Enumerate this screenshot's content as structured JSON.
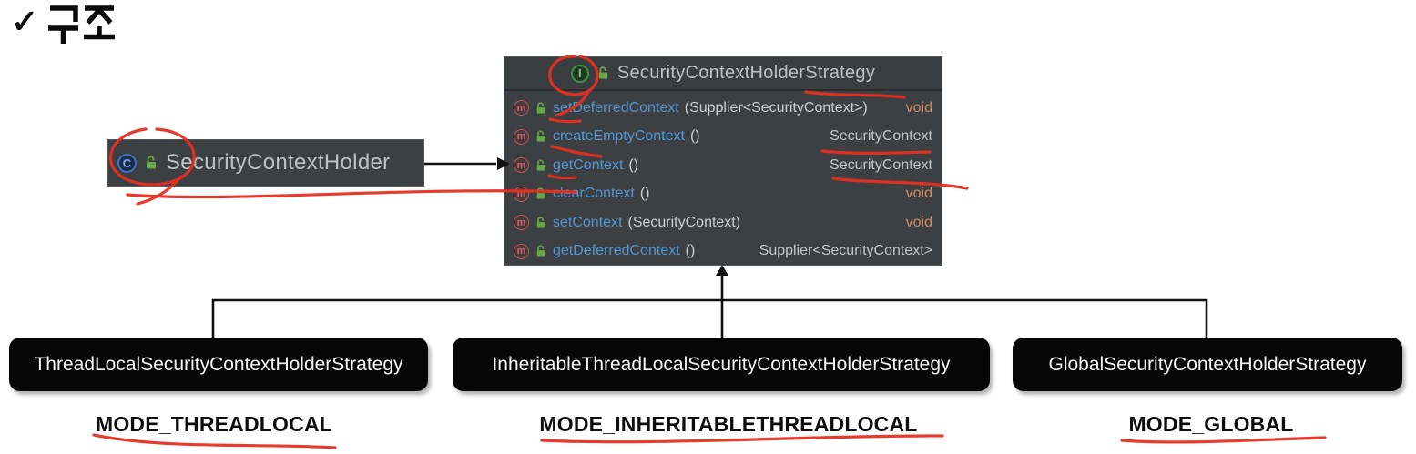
{
  "header": {
    "check": "✓",
    "title": "구조"
  },
  "class_box": {
    "name": "SecurityContextHolder"
  },
  "interface_box": {
    "title": "SecurityContextHolderStrategy",
    "methods": [
      {
        "name": "setDeferredContext",
        "params": "(Supplier<SecurityContext>)",
        "returns": "void"
      },
      {
        "name": "createEmptyContext",
        "params": "()",
        "returns": "SecurityContext"
      },
      {
        "name": "getContext",
        "params": "()",
        "returns": "SecurityContext"
      },
      {
        "name": "clearContext",
        "params": "()",
        "returns": "void"
      },
      {
        "name": "setContext",
        "params": "(SecurityContext)",
        "returns": "void"
      },
      {
        "name": "getDeferredContext",
        "params": "()",
        "returns": "Supplier<SecurityContext>"
      }
    ]
  },
  "implementations": [
    {
      "name": "ThreadLocalSecurityContextHolderStrategy",
      "mode": "MODE_THREADLOCAL"
    },
    {
      "name": "InheritableThreadLocalSecurityContextHolderStrategy",
      "mode": "MODE_INHERITABLETHREADLOCAL"
    },
    {
      "name": "GlobalSecurityContextHolderStrategy",
      "mode": "MODE_GLOBAL"
    }
  ],
  "icons": {
    "class_letter": "C",
    "interface_letter": "I",
    "method_letter": "m"
  },
  "colors": {
    "node_background": "#3d4043",
    "method_name_blue": "#5295d2",
    "void_orange": "#cf8a62",
    "return_type_gray": "#c2c5c7",
    "annotation_red": "#e53022",
    "impl_box_black": "#070707",
    "lock_green": "#65a747"
  }
}
